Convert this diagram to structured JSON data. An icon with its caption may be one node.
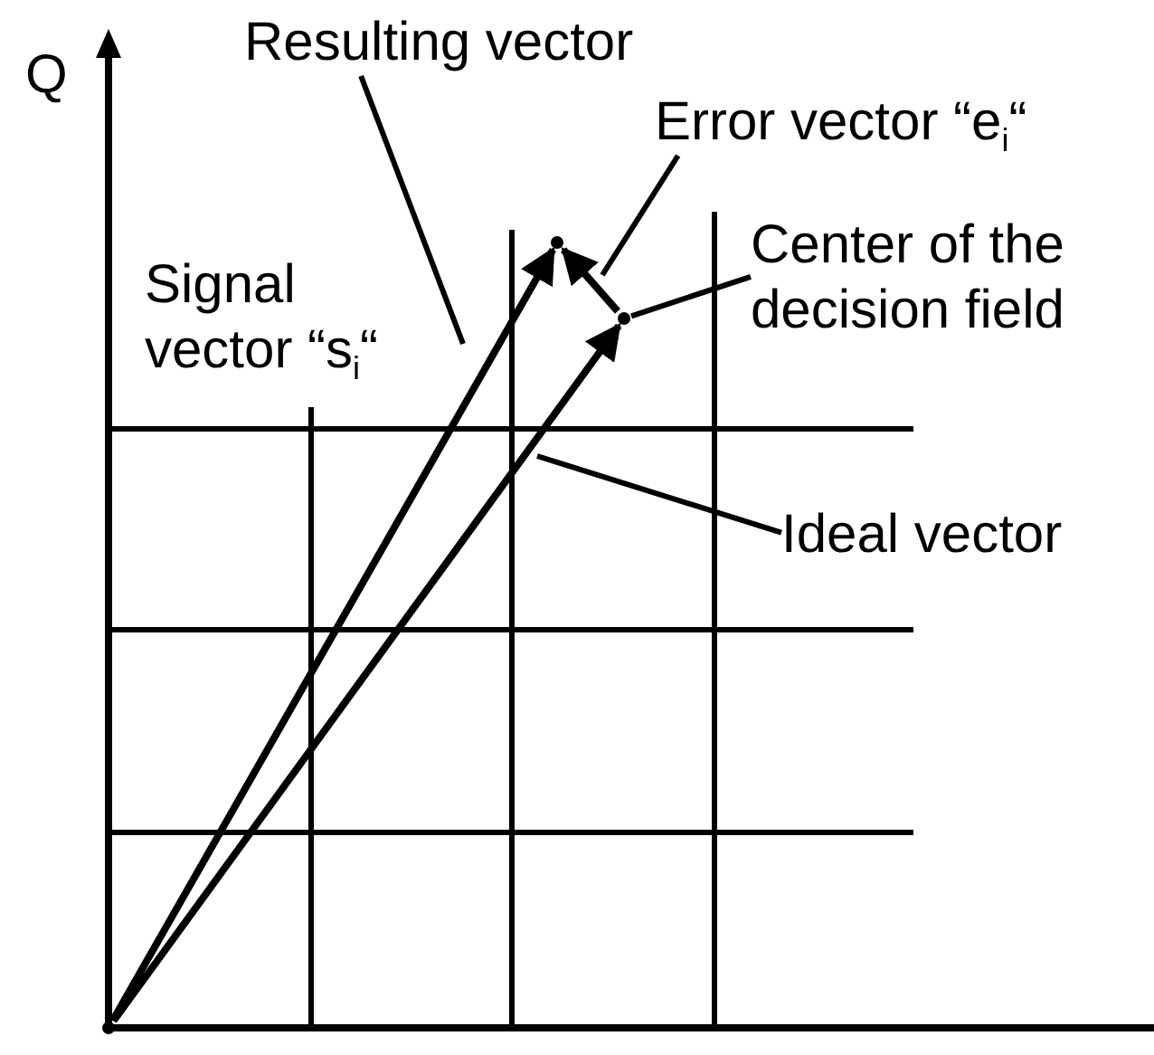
{
  "diagram": {
    "nodes": [
      {
        "text": [
          "Resulting vector"
        ]
      },
      {
        "text": [
          "Error vector “e$_{i}$“"
        ]
      },
      {
        "text": [
          "Center of the decision field"
        ]
      },
      {
        "text": [
          "Ideal vector"
        ]
      },
      {
        "text": [],
        "shape": "circle"
      },
      {
        "text": [],
        "shape": "circle"
      },
      {
        "text": [],
        "shape": "circle"
      }
    ],
    "edges": [
      {
        "from": 4,
        "to": 5,
        "arrow": "to"
      },
      {
        "from": 4,
        "to": 6,
        "arrow": "to"
      },
      {
        "from": 6,
        "to": 5,
        "arrow": "to"
      },
      {
        "from": 0,
        "to": null,
        "arrow": "none"
      },
      {
        "from": 1,
        "to": null,
        "arrow": "none"
      },
      {
        "from": 2,
        "to": 6,
        "arrow": "none"
      },
      {
        "from": 3,
        "to": null,
        "arrow": "none"
      }
    ],
    "labels": [
      "Q",
      "Signal vector “s$_{i}$“"
    ]
  }
}
